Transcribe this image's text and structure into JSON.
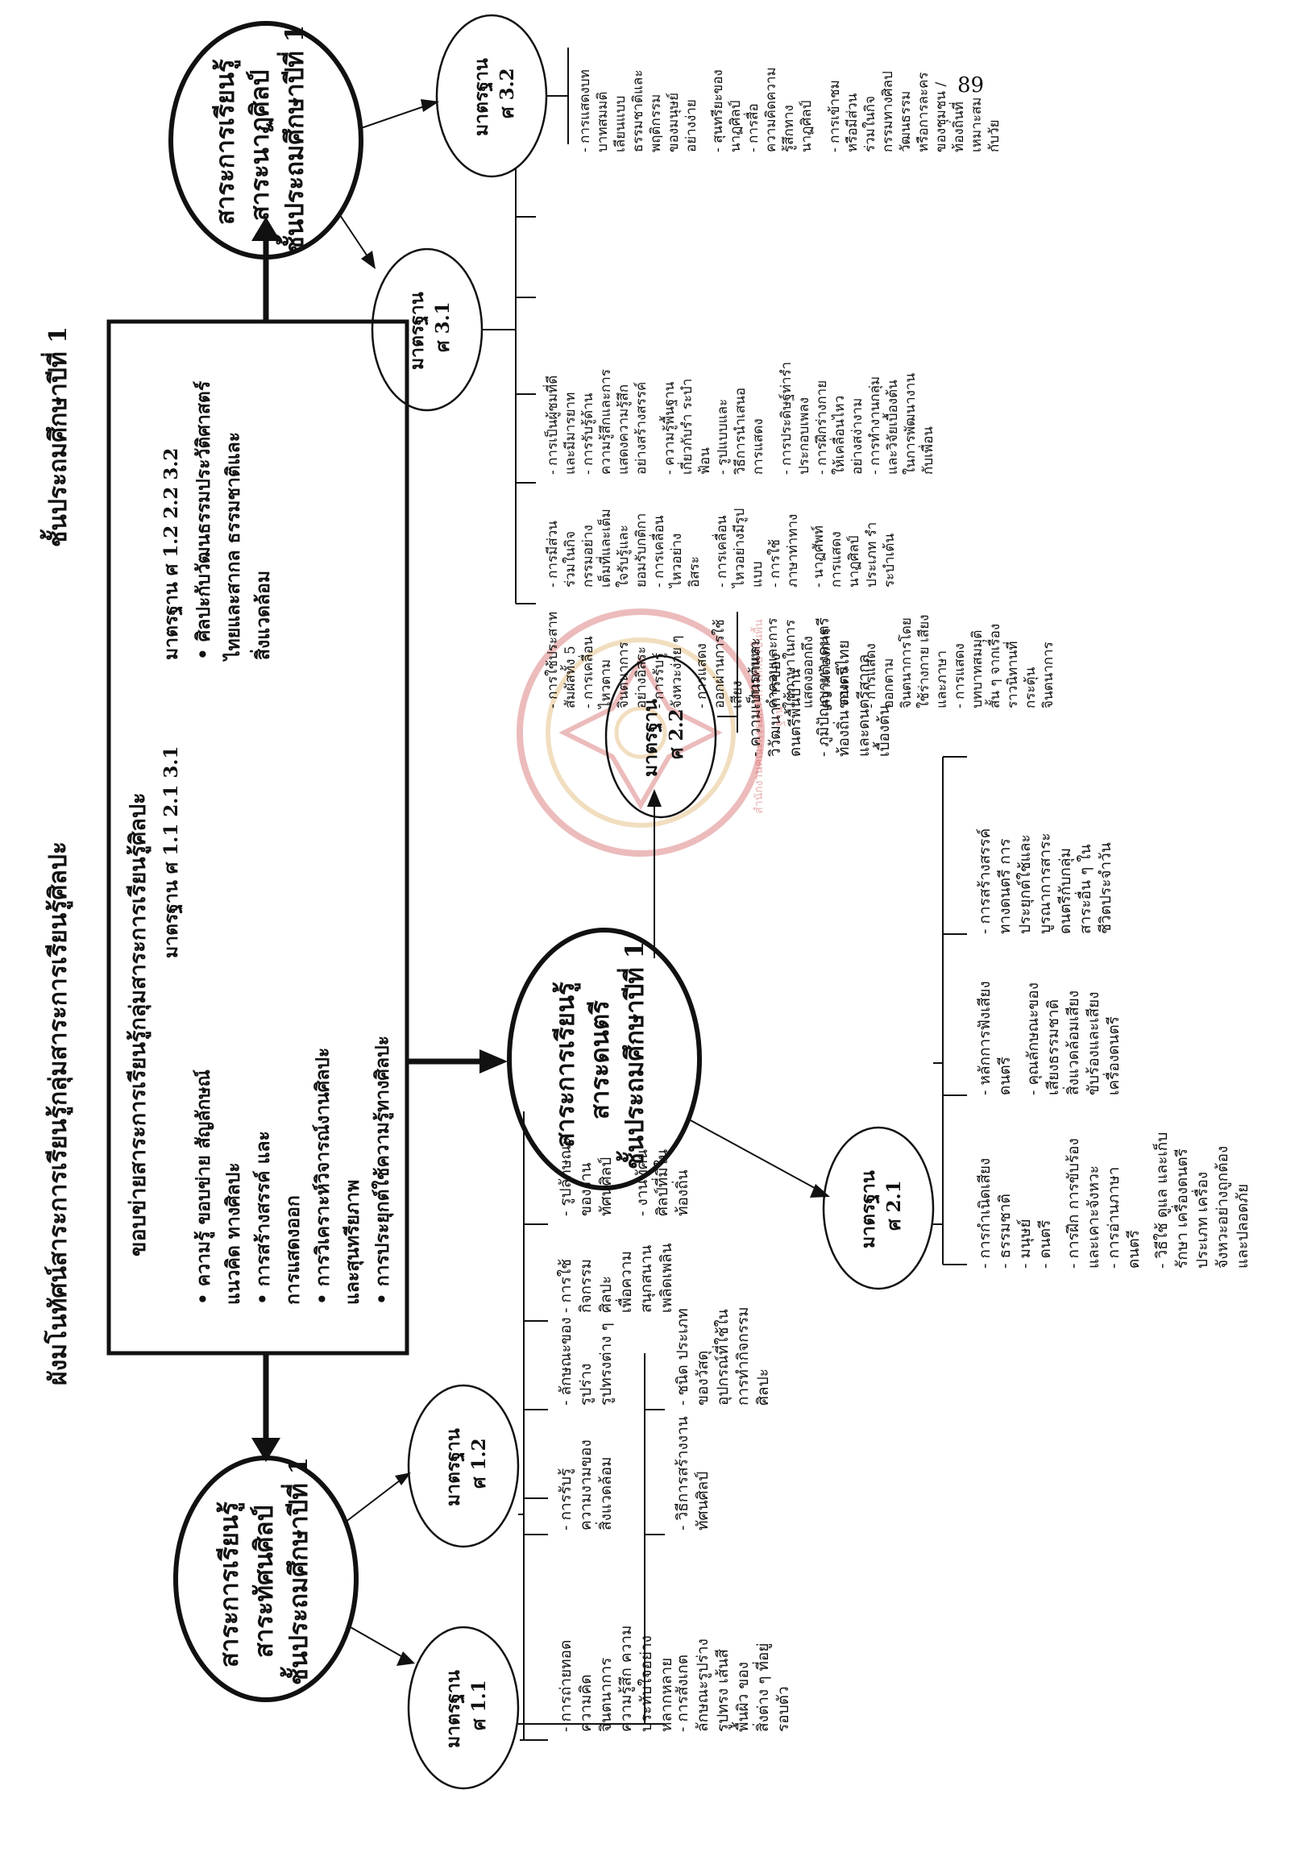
{
  "page_number": "89",
  "heading": {
    "part1": "ผังมโนทัศน์สาระการเรียนรู้กลุ่มสาระการเรียนรู้ศิลปะ",
    "part2": "ชั้นประถมศึกษาปีที่ 1"
  },
  "core_box": {
    "title": "ขอบข่ายสาระการเรียนรู้กลุ่มสาระการเรียนรู้ศิลปะ",
    "left_std": "มาตรฐาน ศ 1.1 2.1 3.1",
    "left_lines": [
      "• ความรู้ ขอบข่าย สัญลักษณ์",
      "แนวคิด ทางศิลปะ",
      "• การสร้างสรรค์ และ",
      "การแสดงออก",
      "• การวิเคราะห์วิจารณ์งานศิลปะ",
      "และสุนทรียภาพ",
      "• การประยุกต์ใช้ความรู้ทางศิลปะ"
    ],
    "right_std": "มาตรฐาน ศ 1.2 2.2 3.2",
    "right_lines": [
      "• ศิลปะกับวัฒนธรรมประวัติศาสตร์",
      "ไทยและสากล ธรรมชาติและ",
      "สิ่งแวดล้อม"
    ]
  },
  "ovals": {
    "visual": [
      "สาระการเรียนรู้",
      "สาระทัศนศิลป์",
      "ชั้นประถมศึกษาปีที่ 1"
    ],
    "music": [
      "สาระการเรียนรู้",
      "สาระดนตรี",
      "ชั้นประถมศึกษาปีที่ 1"
    ],
    "drama": [
      "สาระการเรียนรู้",
      "สาระนาฏศิลป์",
      "ชั้นประถมศึกษาปีที่ 1"
    ]
  },
  "standards": {
    "s11": [
      "มาตรฐาน",
      "ศ 1.1"
    ],
    "s12": [
      "มาตรฐาน",
      "ศ 1.2"
    ],
    "s21": [
      "มาตรฐาน",
      "ศ 2.1"
    ],
    "s22": [
      "มาตรฐาน",
      "ศ 2.2"
    ],
    "s31": [
      "มาตรฐาน",
      "ศ 3.1"
    ],
    "s32": [
      "มาตรฐาน",
      "ศ 3.2"
    ]
  },
  "items": {
    "s11_a": [
      "- การถ่ายทอด",
      "ความคิด",
      "จินตนาการ",
      "ความรู้สึก ความ",
      "ประทับใจอย่าง",
      "หลากหลาย"
    ],
    "s11_b": [
      "- การสังเกต",
      "ลักษณะรูปร่าง",
      "รูปทรง เส้นสี",
      "พื้นผิว ของ",
      "สิ่งต่าง ๆ ที่อยู่",
      "รอบตัว"
    ],
    "s11_c": [
      "- วิธีการสร้างงาน",
      "ทัศนศิลป์"
    ],
    "s11_d": [
      "- ชนิด ประเภท",
      "ของวัสดุ",
      "อุปกรณ์ที่ใช้ใน",
      "การทำกิจกรรม",
      "ศิลปะ"
    ],
    "s11_e": [
      "- การรับรู้",
      "ความงามของ",
      "สิ่งแวดล้อม"
    ],
    "s11_f": [
      "- ลักษณะของ",
      "รูปร่าง",
      "รูปทรงต่าง ๆ"
    ],
    "s11_g": [
      "- การใช้",
      "กิจกรรม",
      "ศิลปะ",
      "เพื่อความ",
      "สนุกสนาน",
      "เพลิดเพลิน"
    ],
    "s12_a": [
      "- รูปลักษณะ",
      "ของงาน",
      "ทัศนศิลป์"
    ],
    "s12_b": [
      "- งานทัศน",
      "ศิลป์ที่มีใน",
      "ท้องถิ่น"
    ],
    "s21_a": [
      "- การกำเนิดเสียง",
      "- ธรรมชาติ",
      "- มนุษย์",
      "- ดนตรี"
    ],
    "s21_b": [
      "- การฝึก การขับร้อง",
      "และเคาะจังหวะ",
      "- การอ่านภาษา",
      "ดนตรี"
    ],
    "s21_c": [
      "- วิธีใช้ ดูแล และเก็บ",
      "รักษา เครื่องดนตรี",
      "ประเภท เครื่อง",
      "จังหวะอย่างถูกต้อง",
      "และปลอดภัย"
    ],
    "s21_d": [
      "- หลักการฟังเสียง",
      "ดนตรี"
    ],
    "s21_e": [
      "- คุณลักษณะของ",
      "เสียงธรรมชาติ",
      "สิ่งแวดล้อมเสียง",
      "ขับร้องและเสียง",
      "เครื่องดนตรี"
    ],
    "s21_f": [
      "- การสร้างสรรค์",
      "ทางดนตรี การ",
      "ประยุกต์ใช้และ",
      "บูรณาการสาระ",
      "ดนตรีกับกลุ่ม",
      "สาระอื่น ๆ ใน",
      "ชีวิตประจำวัน"
    ],
    "s22_a": [
      "- ความเป็นมาและ",
      "วิวัฒนาการของ",
      "ดนตรีพื้นบ้าน"
    ],
    "s22_b": [
      "- ภูมิปัญญาทางดนตรี",
      "ท้องถิ่น ดนตรีไทย",
      "และดนตรีสากล",
      "เบื้องต้น"
    ],
    "s31_a": [
      "- การใช้ประสาท",
      "สัมผัสทั้ง 5",
      "- การเคลื่อน",
      "ไหวตาม",
      "จินตนาการ",
      "อย่างอิสระ",
      "- การรับรู้",
      "จังหวะง่าย ๆ"
    ],
    "s31_b": [
      "- การแสดง",
      "ออกผ่านการใช้",
      "เสียง",
      "- การค้นหา",
      "คำตอบและการ",
      "ใช้ภาษาในการ",
      "แสดงออกถึง",
      "ความต้องการ",
      "ของตน"
    ],
    "s31_c": [
      "- การแสดง",
      "ออกตาม",
      "จินตนาการโดย",
      "ใช้ร่างกาย เสียง",
      "และภาษา",
      "- การแสดง",
      "บทบาทสมมุติ",
      "สั้น ๆ จากเรื่อง",
      "ราวนิทานที่",
      "กระตุ้น",
      "จินตนาการ"
    ],
    "s31_d": [
      "- การมีส่วน",
      "ร่วมในกิจ",
      "กรรมอย่าง",
      "เต็มที่และเต็ม",
      "ใจรับรู้และ",
      "ยอมรับกติกา",
      "- การเคลื่อน",
      "ไหวอย่าง",
      "อิสระ"
    ],
    "s31_e": [
      "- การเคลื่อน",
      "ไหวอย่างมีรูป",
      "แบบ",
      "- การใช้",
      "ภาษาท่าทาง"
    ],
    "s31_f": [
      "- นาฏศัพท์",
      "การแสดง",
      "นาฏศิลป์",
      "ประเภท รำ",
      "ระบำเต้น"
    ],
    "s31_g": [
      "- การเป็นผู้ชมที่ดี",
      "และมีมารยาท",
      "- การรับรู้ด้าน",
      "ความรู้สึกและการ",
      "แสดงความรู้สึก",
      "อย่างสร้างสรรค์"
    ],
    "s31_h": [
      "- ความรู้พื้นฐาน",
      "เกี่ยวกับรำ ระบำ",
      "ฟ้อน",
      "- รูปแบบและ",
      "วิธีการนำเสนอ",
      "การแสดง"
    ],
    "s31_i": [
      "- การประดิษฐ์ท่ารำ",
      "ประกอบเพลง",
      "- การฝึกร่างกาย",
      "ให้เคลื่อนไหว",
      "อย่างสง่างาม",
      "- การทำงานกลุ่ม",
      "และวิจัยเบื้องต้น",
      "ในการพัฒนางาน",
      "กับเพื่อน"
    ],
    "s32_a": [
      "- การแสดงบท",
      "บาทสมมติ",
      "เลียนแบบ",
      "ธรรมชาติและ",
      "พฤติกรรม",
      "ของมนุษย์",
      "อย่างง่าย"
    ],
    "s32_b": [
      "- สุนทรียะของ",
      "นาฏศิลป์",
      "- การสื่อ",
      "ความคิดความ",
      "รู้สึกทาง",
      "นาฏศิลป์"
    ],
    "s32_c": [
      "- การเข้าชม",
      "หรือมีส่วน",
      "ร่วมในกิจ",
      "กรรมทางศิลป",
      "วัฒนธรรม",
      "หรือการละคร",
      "ของชุมชน /",
      "ท้องถิ่นที่",
      "เหมาะสม",
      "กับวัย"
    ]
  },
  "watermark": "สำนักงานคณะกรรมการการศึกษาขั้นพื้นฐาน"
}
